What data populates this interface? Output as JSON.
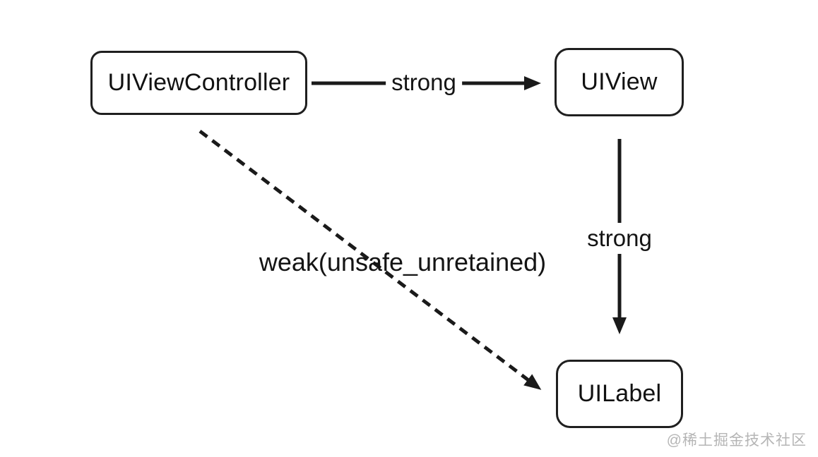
{
  "diagram": {
    "title": "iOS ownership diagram",
    "colors": {
      "background": "#ffffff",
      "line": "#1a1a1a",
      "node_border": "#1f1f1f",
      "text": "#111111",
      "watermark": "#b5b5b5"
    },
    "nodes": [
      {
        "id": "uiviewcontroller",
        "label": "UIViewController"
      },
      {
        "id": "uiview",
        "label": "UIView"
      },
      {
        "id": "uilabel",
        "label": "UILabel"
      }
    ],
    "edges": [
      {
        "from": "UIViewController",
        "to": "UIView",
        "label": "strong",
        "style": "solid-arrow"
      },
      {
        "from": "UIView",
        "to": "UILabel",
        "label": "strong",
        "style": "solid-arrow"
      },
      {
        "from": "UIViewController",
        "to": "UILabel",
        "label": "weak(unsafe_unretained)",
        "style": "dashed-arrow"
      }
    ],
    "watermark": "@稀土掘金技术社区"
  }
}
